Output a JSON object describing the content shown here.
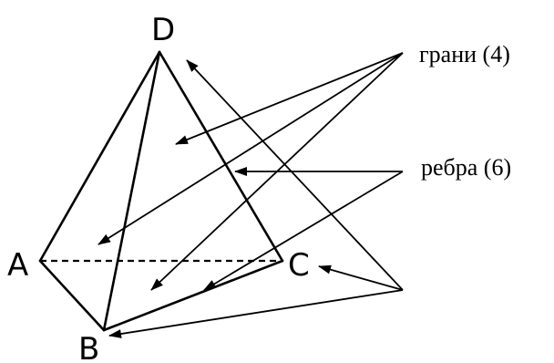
{
  "vertices": {
    "a": "A",
    "b": "B",
    "c": "C",
    "d": "D"
  },
  "annotations": {
    "faces": "грани (4)",
    "edges": "ребра (6)"
  },
  "colors": {
    "ink": "#000000",
    "background": "#ffffff"
  }
}
